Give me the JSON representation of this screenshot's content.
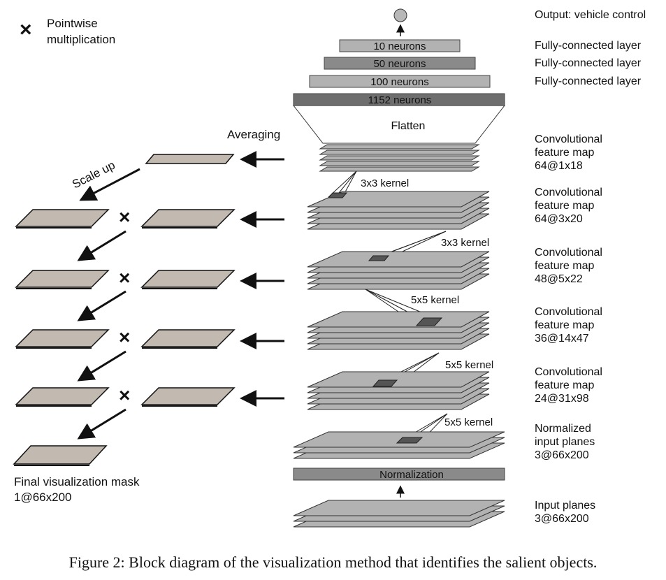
{
  "legend": {
    "symbol": "×",
    "line1": "Pointwise",
    "line2": "multiplication"
  },
  "network": {
    "output_label": "Output: vehicle control",
    "dense": [
      {
        "label": "10 neurons",
        "side": "Fully-connected layer"
      },
      {
        "label": "50 neurons",
        "side": "Fully-connected layer"
      },
      {
        "label": "100 neurons",
        "side": "Fully-connected layer"
      },
      {
        "label": "1152 neurons",
        "side": ""
      }
    ],
    "flatten_label": "Flatten",
    "normalization_label": "Normalization",
    "feature_maps": [
      {
        "side1": "Convolutional",
        "side2": "feature map",
        "side3": "64@1x18",
        "kernel": "3x3 kernel"
      },
      {
        "side1": "Convolutional",
        "side2": "feature map",
        "side3": "64@3x20",
        "kernel": "3x3 kernel"
      },
      {
        "side1": "Convolutional",
        "side2": "feature map",
        "side3": "48@5x22",
        "kernel": "5x5 kernel"
      },
      {
        "side1": "Convolutional",
        "side2": "feature map",
        "side3": "36@14x47",
        "kernel": "5x5 kernel"
      },
      {
        "side1": "Convolutional",
        "side2": "feature map",
        "side3": "24@31x98",
        "kernel": "5x5 kernel"
      }
    ],
    "normalized_planes": {
      "side1": "Normalized",
      "side2": "input planes",
      "side3": "3@66x200"
    },
    "input_planes": {
      "side1": "Input planes",
      "side2": "3@66x200"
    }
  },
  "visualization": {
    "averaging_label": "Averaging",
    "scale_up_label": "Scale up",
    "multiply_symbol": "×",
    "final_mask_line1": "Final visualization mask",
    "final_mask_line2": "1@66x200"
  },
  "caption": "Figure 2: Block diagram of the visualization method that identifies the salient objects.",
  "colors": {
    "layer_light": "#b2b2b2",
    "layer_mid": "#8a8a8a",
    "layer_dark": "#6e6e6e",
    "mask_fill": "#c2bab0",
    "kernel_fill": "#555555"
  }
}
